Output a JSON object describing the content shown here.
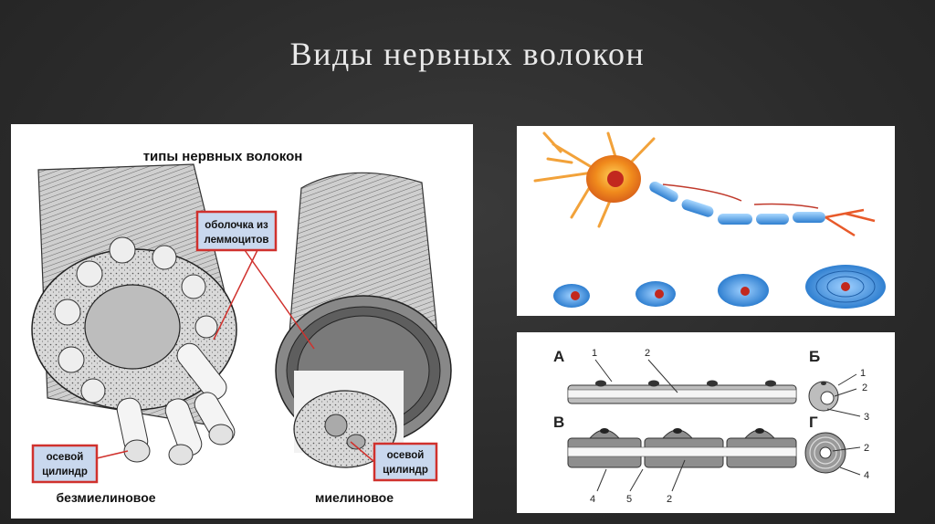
{
  "slide": {
    "title": "Виды нервных волокон"
  },
  "left_figure": {
    "heading": "типы нервных волокон",
    "callout_sheath": [
      "оболочка из",
      "леммоцитов"
    ],
    "callout_axis_left": [
      "осевой",
      "цилиндр"
    ],
    "callout_axis_right": [
      "осевой",
      "цилиндр"
    ],
    "label_unmyelinated": "безмиелиновое",
    "label_myelinated": "миелиновое"
  },
  "diagram": {
    "letters": {
      "a": "А",
      "b": "Б",
      "v": "В",
      "g": "Г"
    },
    "numbers": {
      "a1": "1",
      "a2": "2",
      "b1": "1",
      "b2": "2",
      "b3": "3",
      "g2": "2",
      "g4": "4",
      "v4": "4",
      "v5": "5",
      "v2": "2"
    }
  },
  "colors": {
    "callout_border": "#d0312d",
    "callout_fill": "#c9d8ee",
    "myelin_blue": "#3a8fd8",
    "soma_orange": "#f08a1c"
  }
}
